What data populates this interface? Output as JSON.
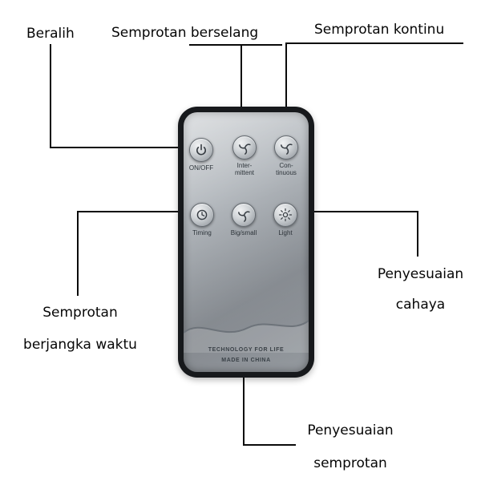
{
  "callouts": {
    "beralih": {
      "label": "Beralih"
    },
    "berselang": {
      "label": "Semprotan berselang"
    },
    "kontinu": {
      "label": "Semprotan kontinu"
    },
    "berjangka": {
      "line1": "Semprotan",
      "line2": "berjangka waktu"
    },
    "cahaya": {
      "line1": "Penyesuaian",
      "line2": "cahaya"
    },
    "semprotan": {
      "line1": "Penyesuaian",
      "line2": "semprotan"
    }
  },
  "remote": {
    "buttons": [
      {
        "id": "onoff",
        "icon": "power-icon",
        "line1": "ON/OFF"
      },
      {
        "id": "intermittent",
        "icon": "mist-swirl-icon",
        "line1": "Inter-",
        "line2": "mittent"
      },
      {
        "id": "continuous",
        "icon": "mist-swirl-icon",
        "line1": "Con-",
        "line2": "tinuous"
      },
      {
        "id": "timing",
        "icon": "clock-icon",
        "line1": "Timing"
      },
      {
        "id": "bigsmall",
        "icon": "mist-swirl-icon",
        "line1": "Big/small"
      },
      {
        "id": "light",
        "icon": "sun-icon",
        "line1": "Light"
      }
    ],
    "footer": {
      "line1": "TECHNOLOGY FOR LIFE",
      "line2": "MADE IN CHINA"
    }
  },
  "colors": {
    "background": "#ffffff",
    "leader_line": "#0a0a0a",
    "remote_body": "#17191c",
    "remote_face_silver": "#a6abb1",
    "button_icon": "#363c42",
    "label_text": "#2d343a"
  }
}
